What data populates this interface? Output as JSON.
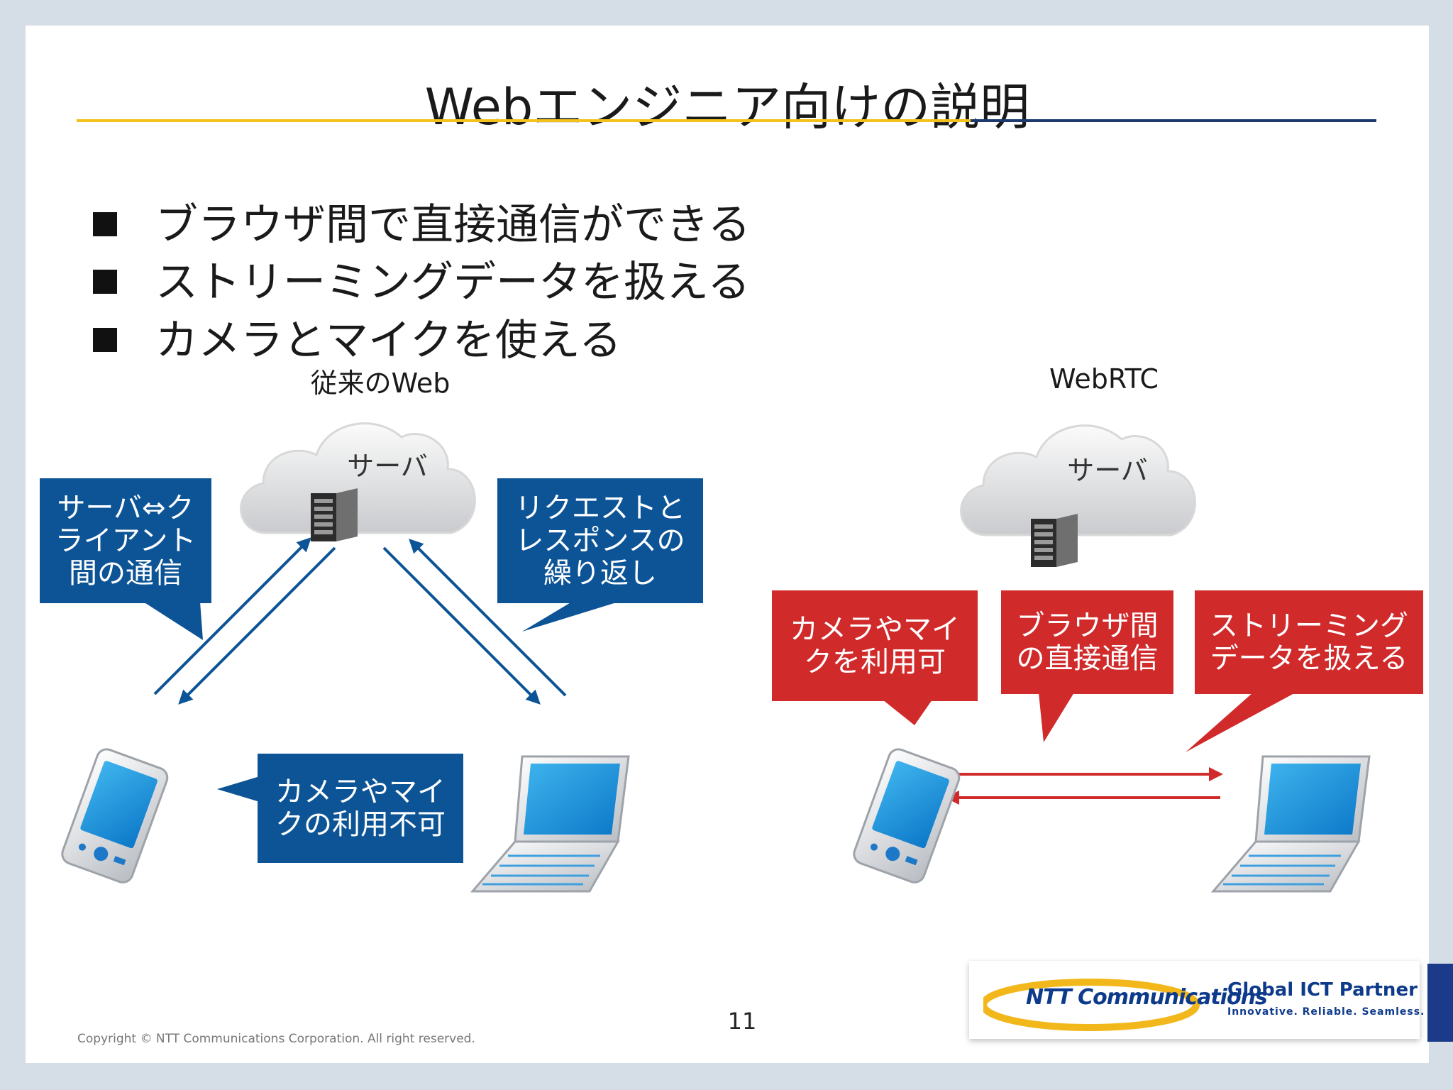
{
  "title": "Webエンジニア向けの説明",
  "bullets": [
    "ブラウザ間で直接通信ができる",
    "ストリーミングデータを扱える",
    "カメラとマイクを使える"
  ],
  "left_diagram": {
    "label": "従来のWeb",
    "server_label": "サーバ",
    "callout_client_server": [
      "サーバ⇔ク",
      "ライアント",
      "間の通信"
    ],
    "callout_request_response": [
      "リクエストと",
      "レスポンスの",
      "繰り返し"
    ],
    "callout_media": [
      "カメラやマイ",
      "クの利用不可"
    ]
  },
  "right_diagram": {
    "label": "WebRTC",
    "server_label": "サーバ",
    "callout_media": [
      "カメラやマイ",
      "クを利用可"
    ],
    "callout_p2p": [
      "ブラウザ間",
      "の直接通信"
    ],
    "callout_streaming": [
      "ストリーミング",
      "データを扱える"
    ]
  },
  "footer": {
    "copyright": "Copyright © NTT Communications Corporation. All right reserved.",
    "page_number": "11",
    "company": "NTT Communications",
    "partner": "Global ICT Partner",
    "tagline": "Innovative. Reliable. Seamless."
  },
  "colors": {
    "accent_blue": "#0d5496",
    "accent_red": "#d12a2b",
    "title_rule_yellow": "#f2c21b",
    "title_rule_navy": "#1c3a6e"
  }
}
